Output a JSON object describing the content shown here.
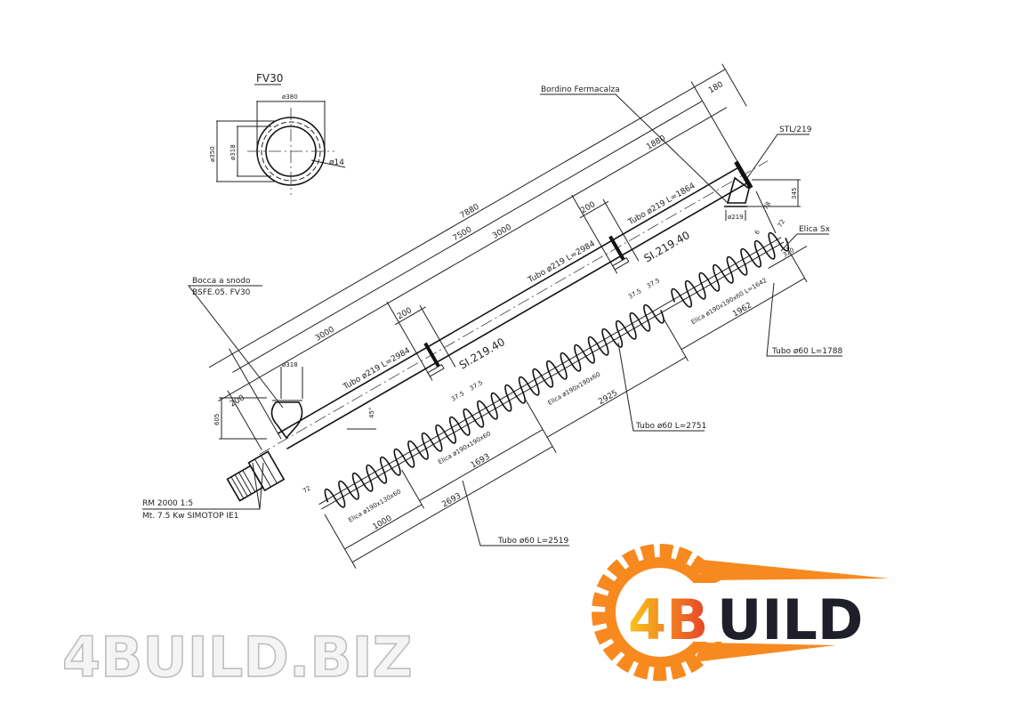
{
  "section_view": {
    "title": "FV30",
    "dia_outer": "ø380",
    "dia_bolt": "ø350",
    "dia_inner": "ø318",
    "dia_hole": "ø14"
  },
  "callouts": {
    "bordino": "Bordino Fermacalza",
    "stl": "STL/219",
    "elica_sx": "Elica Sx",
    "bocca_line1": "Bocca a snodo",
    "bocca_line2": "BSFE.05. FV30",
    "motor_line1": "RM 2000 1:5",
    "motor_line2": "Mt. 7.5 Kw SIMOTOP IE1",
    "tubo60_1788": "Tubo ø60 L=1788",
    "tubo60_2751": "Tubo ø60 L=2751",
    "tubo60_2519": "Tubo ø60 L=2519",
    "si_1": "SI.219.40",
    "si_2": "SI.219.40"
  },
  "tube_labels": {
    "tubo1": "Tubo ø219 L=2984",
    "tubo2": "Tubo ø219 L=2984",
    "tubo3": "Tubo ø219 L=1864"
  },
  "helix_labels": {
    "elica1": "Elica ø190x130x60",
    "elica2": "Elica ø190x190x60",
    "elica3": "Elica ø190x190x60",
    "elica4": "Elica ø190x190x60 L=1642"
  },
  "dimensions": {
    "total_7880": "7880",
    "d_7500": "7500",
    "d_3000a": "3000",
    "d_3000b": "3000",
    "d_1880": "1880",
    "d_180": "180",
    "d_200a": "200",
    "d_200b": "200",
    "d_200c": "200",
    "d_1000": "1000",
    "d_2693": "2693",
    "d_1693": "1693",
    "d_2925": "2925",
    "d_1962": "1962",
    "d_320": "320",
    "d_72a": "72",
    "d_37a": "37.5",
    "d_37b": "37.5",
    "d_37c": "37.5",
    "d_37d": "37.5",
    "d_45": "45°",
    "d_605": "605",
    "d_318": "ø318",
    "d_345": "345",
    "d_78": "78",
    "d_72b": "72",
    "d_6": "6",
    "d_219": "ø219"
  },
  "watermark": "4BUILD.BIZ",
  "logo": {
    "text_accent": "4B",
    "text_main": "UILD",
    "colors": {
      "gear": "#f7891f",
      "accent_start": "#f9c51b",
      "accent_end": "#e8412a",
      "main": "#1f1f2b"
    }
  }
}
